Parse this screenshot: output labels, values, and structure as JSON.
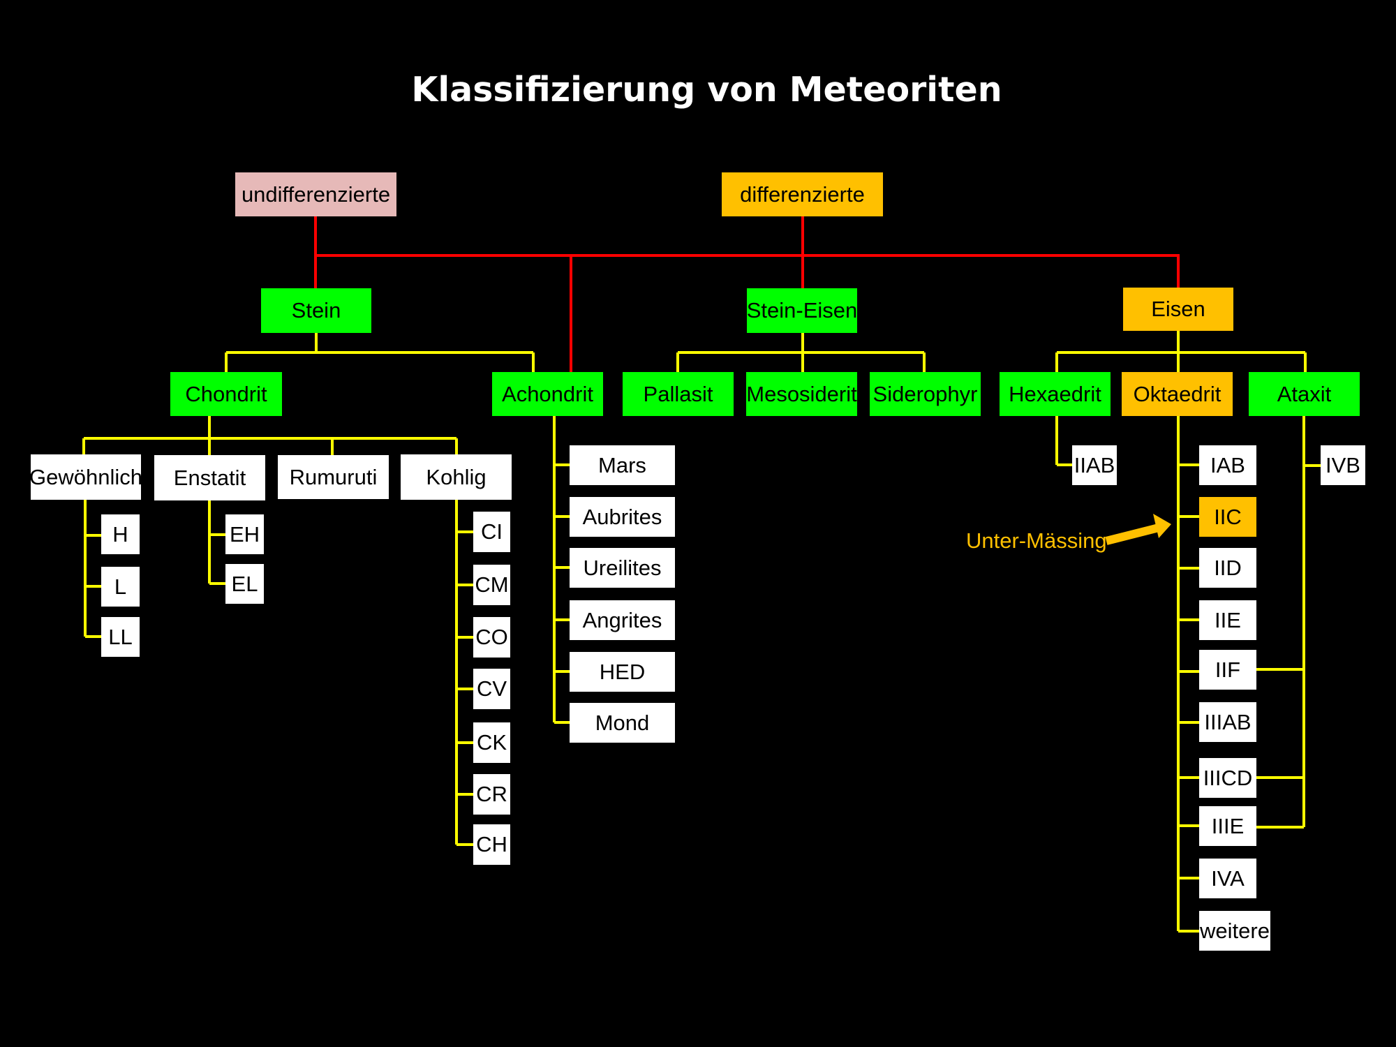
{
  "title": "Klassifizierung von Meteoriten",
  "level1": {
    "undifferentiated": "undifferenzierte",
    "differentiated": "differenzierte"
  },
  "level2": {
    "stone": "Stein",
    "stony_iron": "Stein-Eisen",
    "iron": "Eisen"
  },
  "stone": {
    "chondrite": "Chondrit",
    "achondrite": "Achondrit"
  },
  "stony_iron": {
    "pallasite": "Pallasit",
    "mesosiderite": "Mesosiderit",
    "siderophyre": "Siderophyr"
  },
  "iron": {
    "hexahedrite": "Hexaedrit",
    "octahedrite": "Oktaedrit",
    "ataxite": "Ataxit"
  },
  "chondrite_groups": {
    "ordinary": {
      "label": "Gewöhnlich",
      "items": [
        "H",
        "L",
        "LL"
      ]
    },
    "enstatite": {
      "label": "Enstatit",
      "items": [
        "EH",
        "EL"
      ]
    },
    "rumuruti": {
      "label": "Rumuruti"
    },
    "carbonaceous": {
      "label": "Kohlig",
      "items": [
        "CI",
        "CM",
        "CO",
        "CV",
        "CK",
        "CR",
        "CH"
      ]
    }
  },
  "achondrite_items": [
    "Mars",
    "Aubrites",
    "Ureilites",
    "Angrites",
    "HED",
    "Mond"
  ],
  "hexahedrite_items": [
    "IIAB"
  ],
  "octahedrite_items": [
    "IAB",
    "IIC",
    "IID",
    "IIE",
    "IIF",
    "IIIAB",
    "IIICD",
    "IIIE",
    "IVA",
    "weitere"
  ],
  "ataxite_items": [
    "IVB"
  ],
  "annotation": "Unter-Mässing",
  "colors": {
    "background": "#000000",
    "title_text": "#ffffff",
    "pink_box": "#e6b9b8",
    "gold_box": "#ffc000",
    "green_box": "#00ff00",
    "white_box": "#ffffff",
    "red_connector": "#ff0000",
    "yellow_connector": "#ffff00",
    "annotation": "#ffc000"
  }
}
